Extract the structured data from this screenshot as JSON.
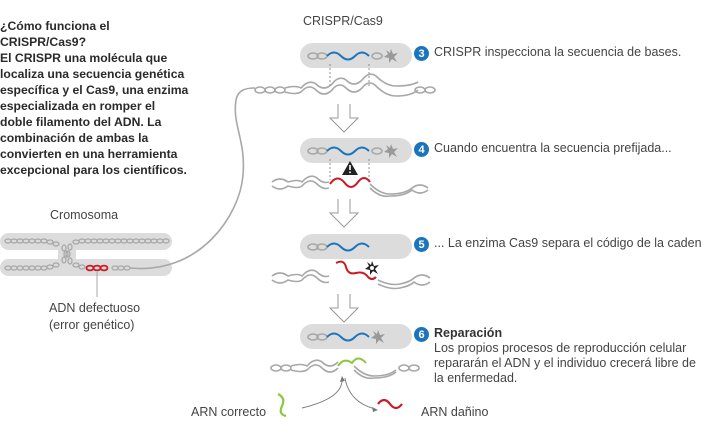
{
  "intro": {
    "lines": [
      "¿Cómo funciona el",
      "CRISPR/Cas9?",
      "El CRISPR una molécula que",
      "localiza una secuencia genética",
      "específica y el Cas9, una enzima",
      "especializada en romper el",
      "doble filamento del ADN. La",
      "combinación de ambas la",
      "convierten en una herramienta",
      "excepcional para los científicos."
    ]
  },
  "labels": {
    "crispr_cas9": "CRISPR/Cas9",
    "chromosome": "Cromosoma",
    "defective_dna_line1": "ADN defectuoso",
    "defective_dna_line2": "(error genético)",
    "correct_rna": "ARN correcto",
    "damaged_rna": "ARN dañino"
  },
  "steps": [
    {
      "number": "3",
      "text": "CRISPR inspecciona la secuencia de bases."
    },
    {
      "number": "4",
      "text": "Cuando encuentra la secuencia prefijada..."
    },
    {
      "number": "5",
      "text": "... La enzima Cas9 separa el código de la caden"
    },
    {
      "number": "6",
      "title": "Reparación",
      "lines": [
        "Los propios procesos de reproducción celular",
        "repararán el ADN y el individuo crecerá libre de",
        "la enfermedad."
      ]
    }
  ],
  "colors": {
    "guide_rna": "#1b75bc",
    "target_dna": "#cc1a24",
    "repaired_dna": "#8cc63f",
    "strand": "#a8a8a8",
    "capsule": "#dcdcdc",
    "badge": "#1b75bc"
  }
}
